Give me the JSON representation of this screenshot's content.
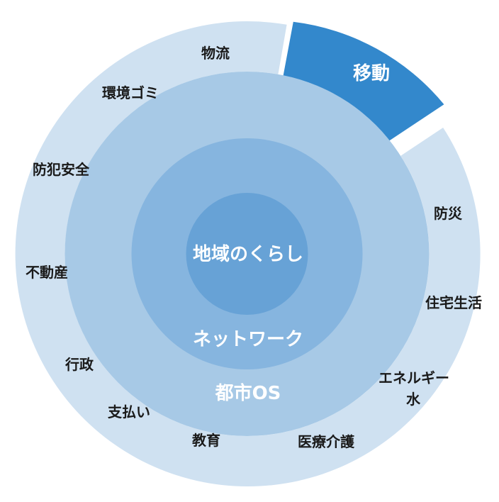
{
  "colors": {
    "outer_ring": "#cfe1f1",
    "os_ring": "#a7c9e6",
    "network_ring": "#86b5df",
    "core": "#67a2d6",
    "highlight": "#3388cc",
    "label": "#1a1a1a",
    "inner_text": "#ffffff"
  },
  "layers": {
    "core": "地域のくらし",
    "network": "ネットワーク",
    "os": "都市OS"
  },
  "highlight_segment": {
    "label": "移動"
  },
  "domains": {
    "logistics": "物流",
    "environment_waste": "環境ゴミ",
    "crime_safety": "防犯安全",
    "real_estate": "不動産",
    "administration": "行政",
    "payment": "支払い",
    "education": "教育",
    "medical_care": "医療介護",
    "energy": "エネルギー",
    "water": "水",
    "housing": "住宅生活",
    "disaster_prevention": "防災"
  }
}
